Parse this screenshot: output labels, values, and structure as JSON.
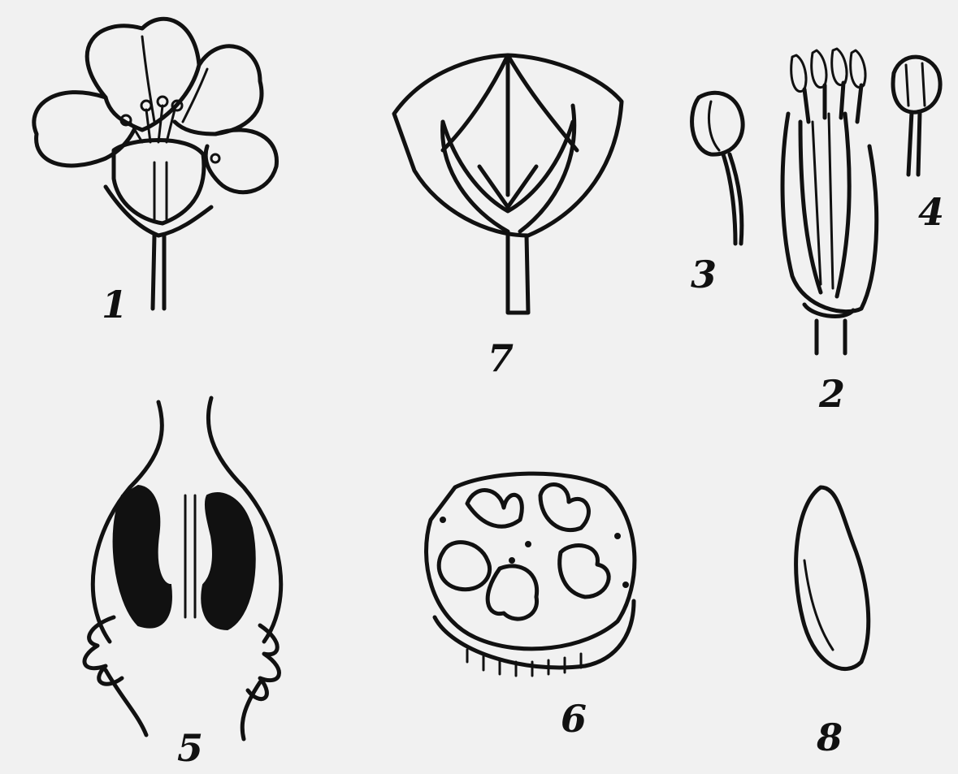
{
  "plate": {
    "background": "#f1f1f1",
    "ink": "#111111",
    "figures": [
      {
        "id": "flower",
        "label": "1"
      },
      {
        "id": "flower-without-petals",
        "label": "2"
      },
      {
        "id": "stamen-side-view",
        "label": "3"
      },
      {
        "id": "stamen-front-view",
        "label": "4"
      },
      {
        "id": "ovary-longitudinal-section",
        "label": "5"
      },
      {
        "id": "ovary-cross-section",
        "label": "6"
      },
      {
        "id": "fruit-capsule",
        "label": "7"
      },
      {
        "id": "seed",
        "label": "8"
      }
    ]
  }
}
